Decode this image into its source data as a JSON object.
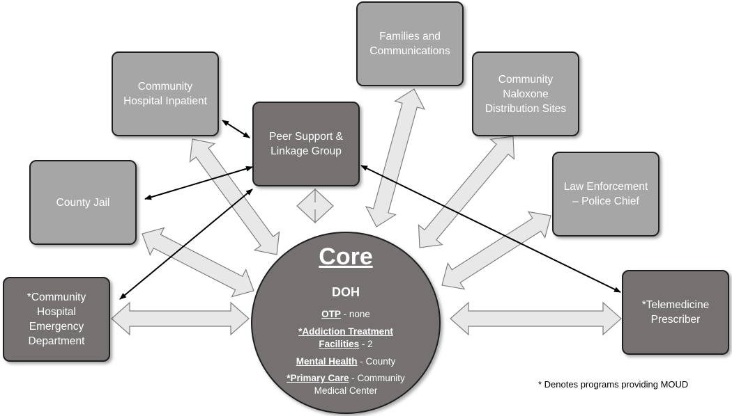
{
  "boxes": {
    "families": {
      "line1": "Families and",
      "line2": "Communications"
    },
    "hospital_inpatient": {
      "line1": "Community",
      "line2": "Hospital Inpatient"
    },
    "naloxone": {
      "line1": "Community",
      "line2": "Naloxone",
      "line3": "Distribution Sites"
    },
    "peer_support": {
      "line1": "Peer Support &",
      "line2": "Linkage Group"
    },
    "county_jail": {
      "line1": "County Jail"
    },
    "law_enforcement": {
      "line1": "Law Enforcement",
      "line2": "– Police Chief"
    },
    "emergency_dept": {
      "line1": "*Community",
      "line2": "Hospital",
      "line3": "Emergency",
      "line4": "Department"
    },
    "telemedicine": {
      "line1": "*Telemedicine",
      "line2": "Prescriber"
    }
  },
  "core": {
    "title": "Core",
    "subtitle": "DOH",
    "otp_label": "OTP",
    "otp_value": " - none",
    "addiction_label_1": "*Addiction Treatment",
    "addiction_label_2": "Facilities",
    "addiction_value": " - 2",
    "mental_label": "Mental Health",
    "mental_value": " - County",
    "primary_label": "*Primary Care",
    "primary_value_1": " - Community",
    "primary_value_2": "Medical Center"
  },
  "footnote": "* Denotes programs providing MOUD",
  "colors": {
    "light_box": "#a6a6a6",
    "dark_box": "#767171",
    "arrow_fill": "#e8e8e8",
    "line": "#000000"
  }
}
